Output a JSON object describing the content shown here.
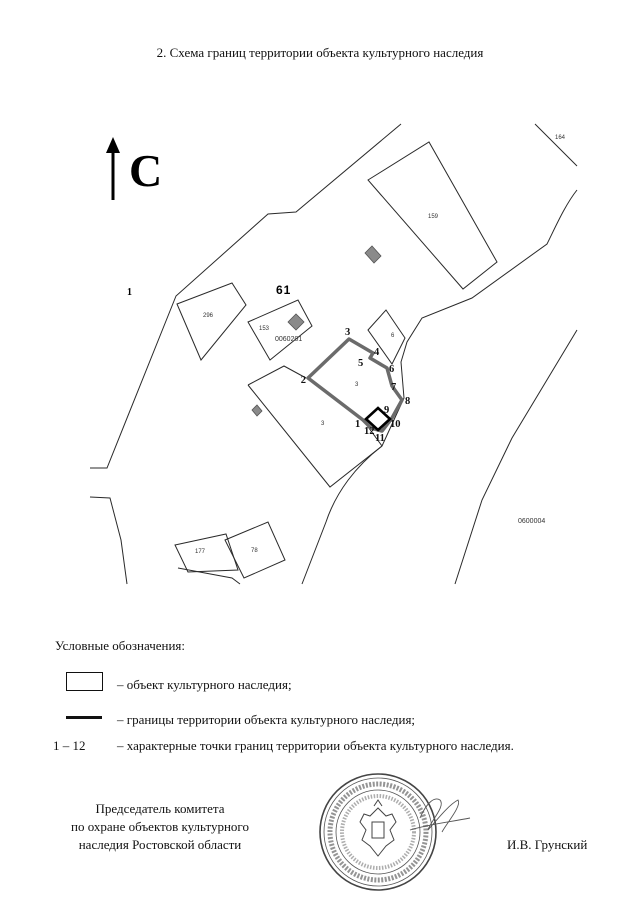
{
  "title": "2. Схема границ территории объекта культурного наследия",
  "north_label": "С",
  "map": {
    "parcel_labels": [
      "1",
      "296",
      "153",
      "61",
      "0060201",
      "159",
      "164",
      "6",
      "3",
      "3",
      "0600004",
      "177",
      "78"
    ],
    "point_labels": [
      "1",
      "2",
      "3",
      "4",
      "5",
      "6",
      "7",
      "8",
      "9",
      "10",
      "11",
      "12"
    ]
  },
  "legend": {
    "heading": "Условные обозначения:",
    "object_text": "– объект культурного наследия;",
    "boundary_text": "– границы территории объекта культурного наследия;",
    "points_range": "1 – 12",
    "points_text": "– характерные точки границ территории объекта культурного наследия."
  },
  "signature": {
    "position_lines": [
      "Председатель комитета",
      "по охране объектов культурного",
      "наследия Ростовской области"
    ],
    "name": "И.В. Грунский"
  },
  "colors": {
    "boundary": "#6b6b6b",
    "object": "#000000",
    "lines": "#2a2a2a"
  }
}
